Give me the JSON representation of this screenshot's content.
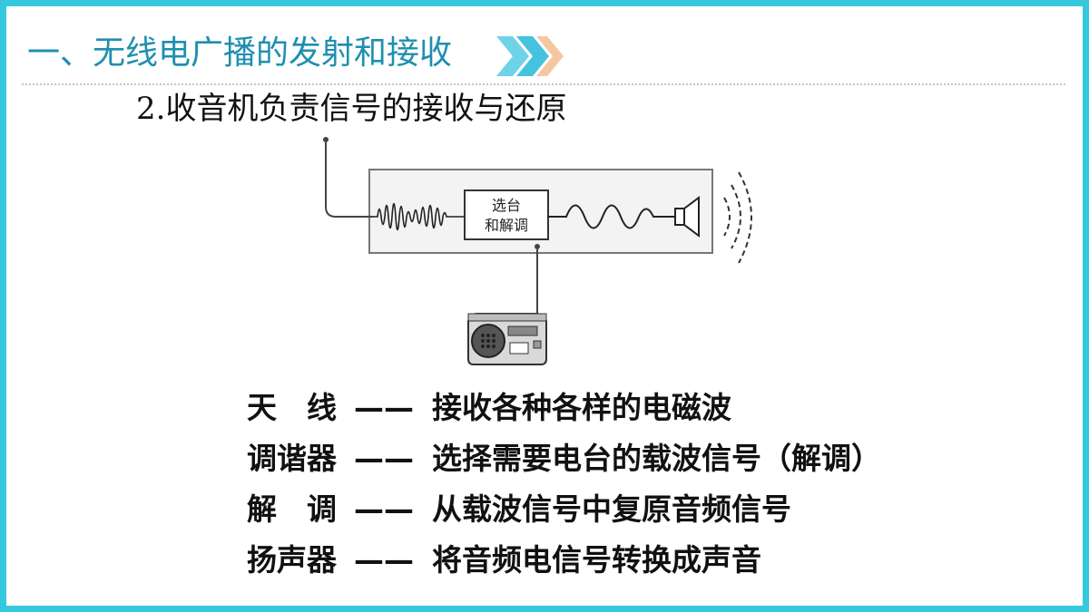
{
  "header": {
    "title": "一、无线电广播的发射和接收"
  },
  "section": {
    "subtitle": "2.收音机负责信号的接收与还原"
  },
  "diagram": {
    "box_label_line1": "选台",
    "box_label_line2": "和解调"
  },
  "definitions": [
    {
      "term": "天　线",
      "dash": "——",
      "desc": "接收各种各样的电磁波"
    },
    {
      "term": "调谐器",
      "dash": "——",
      "desc": "选择需要电台的载波信号（解调）"
    },
    {
      "term": "解　调",
      "dash": "——",
      "desc": "从载波信号中复原音频信号"
    },
    {
      "term": "扬声器",
      "dash": "——",
      "desc": "将音频电信号转换成声音"
    }
  ],
  "colors": {
    "frame": "#35c9dd",
    "title": "#1e8fb0",
    "chevron": "#6fd3e8"
  }
}
